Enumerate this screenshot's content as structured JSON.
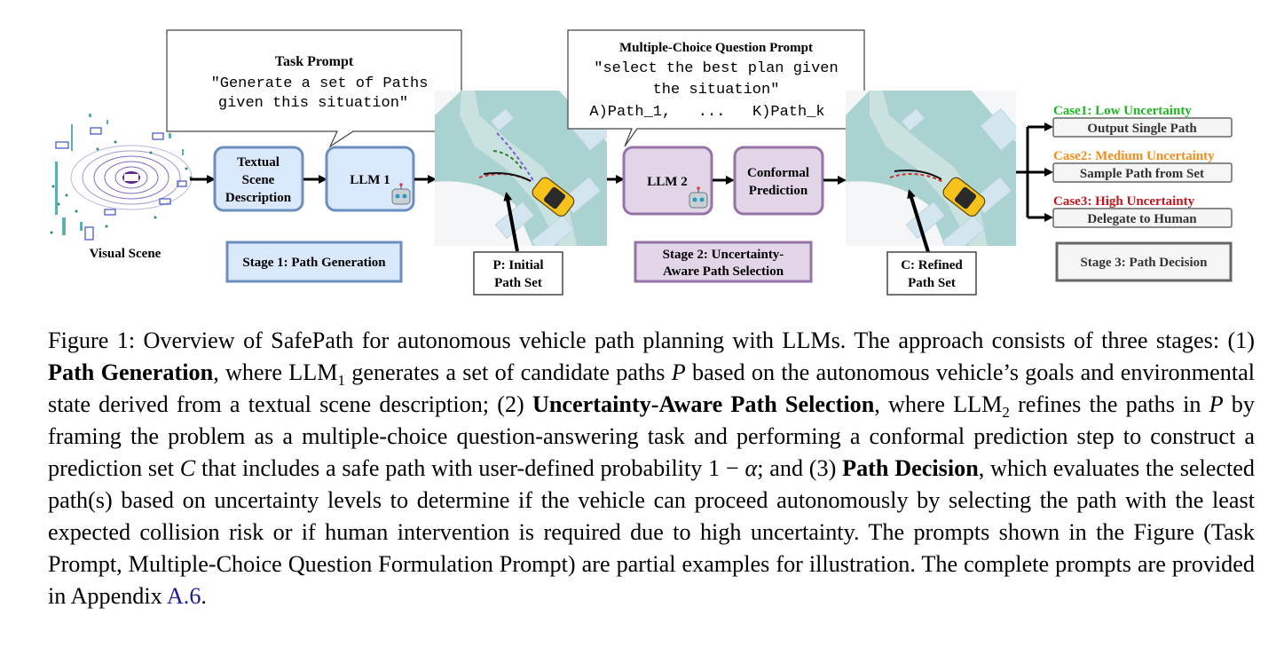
{
  "diagram": {
    "visual_scene_label": "Visual Scene",
    "textual_scene_box": [
      "Textual",
      "Scene",
      "Description"
    ],
    "llm1_label": "LLM 1",
    "llm2_label": "LLM 2",
    "conformal_box": [
      "Conformal",
      "Prediction"
    ],
    "task_prompt": {
      "title": "Task Prompt",
      "lines": [
        "\"Generate a set of Paths",
        "given this situation\""
      ]
    },
    "mcq_prompt": {
      "title": "Multiple-Choice Question Prompt",
      "lines": [
        "\"select the best plan given",
        "the situation\"",
        "A)Path_1,   ...   K)Path_k"
      ]
    },
    "stage1_label": "Stage 1: Path Generation",
    "stage2_label": [
      "Stage 2: Uncertainty-",
      "Aware Path Selection"
    ],
    "stage3_label": "Stage 3: Path Decision",
    "initial_set_label": [
      "P: Initial",
      "Path Set"
    ],
    "refined_set_label": [
      "C: Refined",
      "Path Set"
    ],
    "cases": [
      {
        "title": "Case1: Low Uncertainty",
        "action": "Output Single Path",
        "color": "#22b522"
      },
      {
        "title": "Case2: Medium Uncertainty",
        "action": "Sample Path from Set",
        "color": "#f28c1e"
      },
      {
        "title": "Case3: High Uncertainty",
        "action": "Delegate to Human",
        "color": "#c0161c"
      }
    ],
    "colors": {
      "stage1_fill": "#dae8fc",
      "stage1_stroke": "#6c8ebf",
      "stage2_fill": "#e1d5e7",
      "stage2_stroke": "#9673a6",
      "stage3_stroke": "#666666"
    }
  },
  "caption": {
    "prefix": "Figure 1: Overview of SafePath for autonomous vehicle path planning with LLMs. The approach consists of three stages: (1) ",
    "bold1": "Path Generation",
    "t1": ", where LLM",
    "sub1": "1",
    "t2": " generates a set of candidate paths ",
    "P1": "P",
    "t3": " based on the autonomous vehicle’s goals and environmental state derived from a textual scene description; (2) ",
    "bold2": "Uncertainty-Aware Path Selection",
    "t4": ", where LLM",
    "sub2": "2",
    "t5": " refines the paths in ",
    "P2": "P",
    "t6": " by framing the problem as a multiple-choice question-answering task and performing a conformal prediction step to construct a prediction set ",
    "C": "C",
    "t7": " that includes a safe path with user-defined probability 1 − ",
    "alpha": "α",
    "t8": "; and (3) ",
    "bold3": "Path Decision",
    "t9": ", which evaluates the selected path(s) based on uncertainty levels to determine if the vehicle can proceed autonomously by selecting the path with the least expected collision risk or if human intervention is required due to high uncertainty. The prompts shown in the Figure (Task Prompt, Multiple-Choice Question Formulation Prompt) are partial examples for illustration. The complete prompts are provided in Appendix ",
    "link": "A.6",
    "end": "."
  }
}
